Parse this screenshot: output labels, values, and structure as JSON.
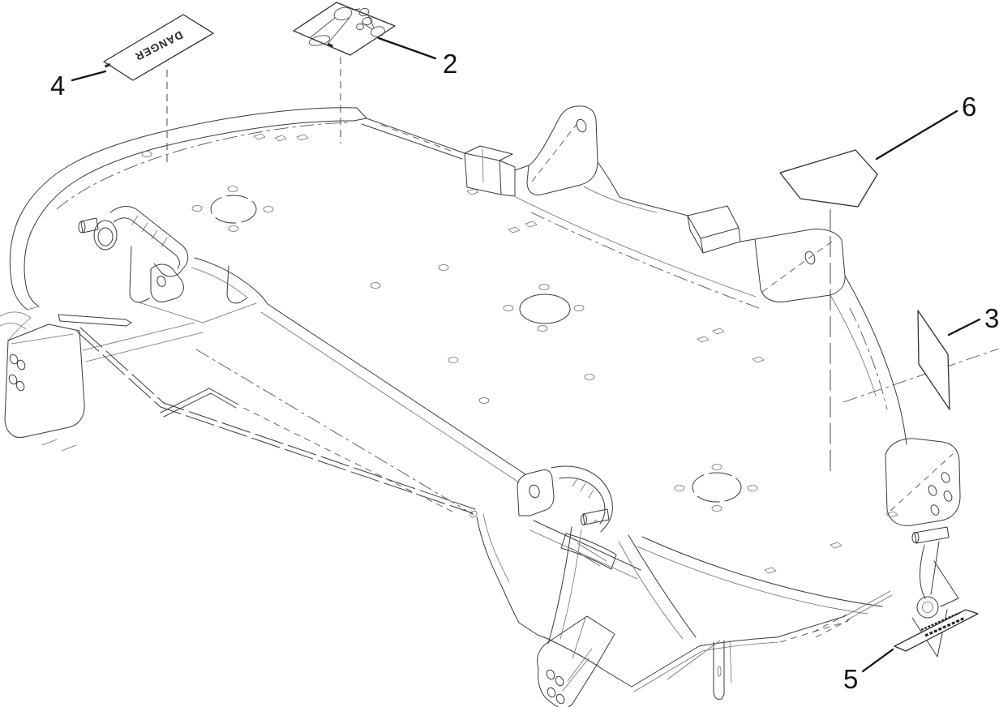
{
  "figure": {
    "background": "#ffffff",
    "line_color": "#3a3a3a",
    "callout_color": "#141414"
  },
  "callouts": [
    {
      "number": "2"
    },
    {
      "number": "3"
    },
    {
      "number": "4"
    },
    {
      "number": "5"
    },
    {
      "number": "6"
    }
  ],
  "decals": {
    "danger_label": "DANGER"
  }
}
